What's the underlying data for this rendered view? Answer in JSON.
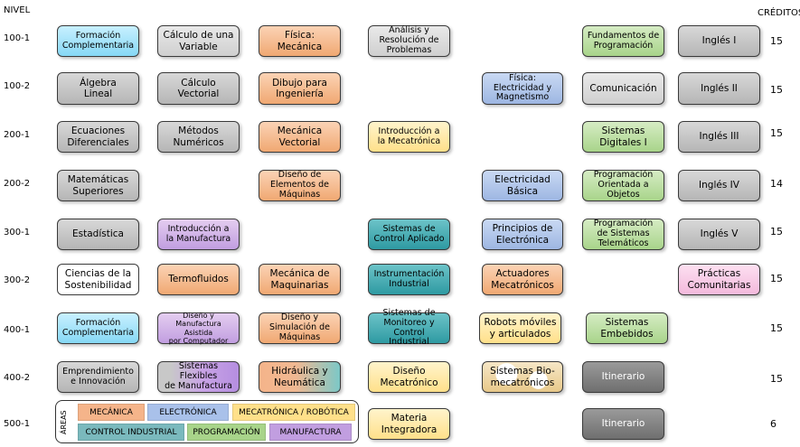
{
  "headers": {
    "nivel": "NIVEL",
    "creditos": "CRÉDITOS"
  },
  "rows": [
    {
      "level": "100-1",
      "credits": "15"
    },
    {
      "level": "100-2",
      "credits": "15"
    },
    {
      "level": "200-1",
      "credits": "15"
    },
    {
      "level": "200-2",
      "credits": "14"
    },
    {
      "level": "300-1",
      "credits": "15"
    },
    {
      "level": "300-2",
      "credits": "15"
    },
    {
      "level": "400-1",
      "credits": "15"
    },
    {
      "level": "400-2",
      "credits": "15"
    },
    {
      "level": "500-1",
      "credits": "6"
    }
  ],
  "courses": {
    "c1": "Formación\nComplementaria",
    "c2": "Cálculo de una\nVariable",
    "c3": "Física:\nMecánica",
    "c4": "Análisis y\nResolución de\nProblemas",
    "c5": "Fundamentos de\nProgramación",
    "c6": "Inglés I",
    "c7": "Álgebra\nLineal",
    "c8": "Cálculo\nVectorial",
    "c9": "Dibujo para\nIngeniería",
    "c10": "Física:\nElectricidad y\nMagnetismo",
    "c11": "Comunicación",
    "c12": "Inglés II",
    "c13": "Ecuaciones\nDiferenciales",
    "c14": "Métodos\nNuméricos",
    "c15": "Mecánica\nVectorial",
    "c16": "Introducción a\nla  Mecatrónica",
    "c17": "Sistemas\nDigitales I",
    "c18": "Inglés III",
    "c19": "Matemáticas\nSuperiores",
    "c20": "Diseño de\nElementos de\nMáquinas",
    "c21": "Electricidad\nBásica",
    "c22": "Programación\nOrientada a\nObjetos",
    "c23": "Inglés IV",
    "c24": "Estadística",
    "c25": "Introducción a\nla Manufactura",
    "c26": "Sistemas de\nControl Aplicado",
    "c27": "Principios de\nElectrónica",
    "c28": "Programación\nde Sistemas\nTelemáticos",
    "c29": "Inglés V",
    "c30": "Ciencias de la\nSostenibilidad",
    "c31": "Termofluidos",
    "c32": "Mecánica de\nMaquinarias",
    "c33": "Instrumentación\nIndustrial",
    "c34": "Actuadores\nMecatrónicos",
    "c35": "Prácticas\nComunitarias",
    "c36": "Formación\nComplementaria",
    "c37": "Diseño y\nManufactura Asistida\npor Computador",
    "c38": "Diseño y\nSimulación de\nMáquinas",
    "c39": "Sistemas de\nMonitoreo y\nControl Industrial",
    "c40": "Robots móviles\ny articulados",
    "c41": "Sistemas\nEmbebidos",
    "c42": "Emprendimiento\ne Innovación",
    "c43": "Sistemas Flexibles\nde Manufactura",
    "c44": "Hidráulica y\nNeumática",
    "c45": "Diseño\nMecatrónico",
    "c46": "Sistemas Bio-\nmecatrónicos",
    "c47": "Itinerario",
    "c48": "Materia\nIntegradora",
    "c49": "Itinerario"
  },
  "legend": {
    "title": "ÁREAS",
    "items": [
      "MECÁNICA",
      "ELECTRÓNICA",
      "MECATRÓNICA / ROBÓTICA",
      "CONTROL INDUSTRIAL",
      "PROGRAMACIÓN",
      "MANUFACTURA"
    ]
  },
  "colors": {
    "mecanica": "#f0a872",
    "electronica": "#9db6e2",
    "mecatronica": "#ffe08a",
    "control": "#2e9aa2",
    "programacion": "#a8d48a",
    "manufactura": "#c19ee0"
  }
}
